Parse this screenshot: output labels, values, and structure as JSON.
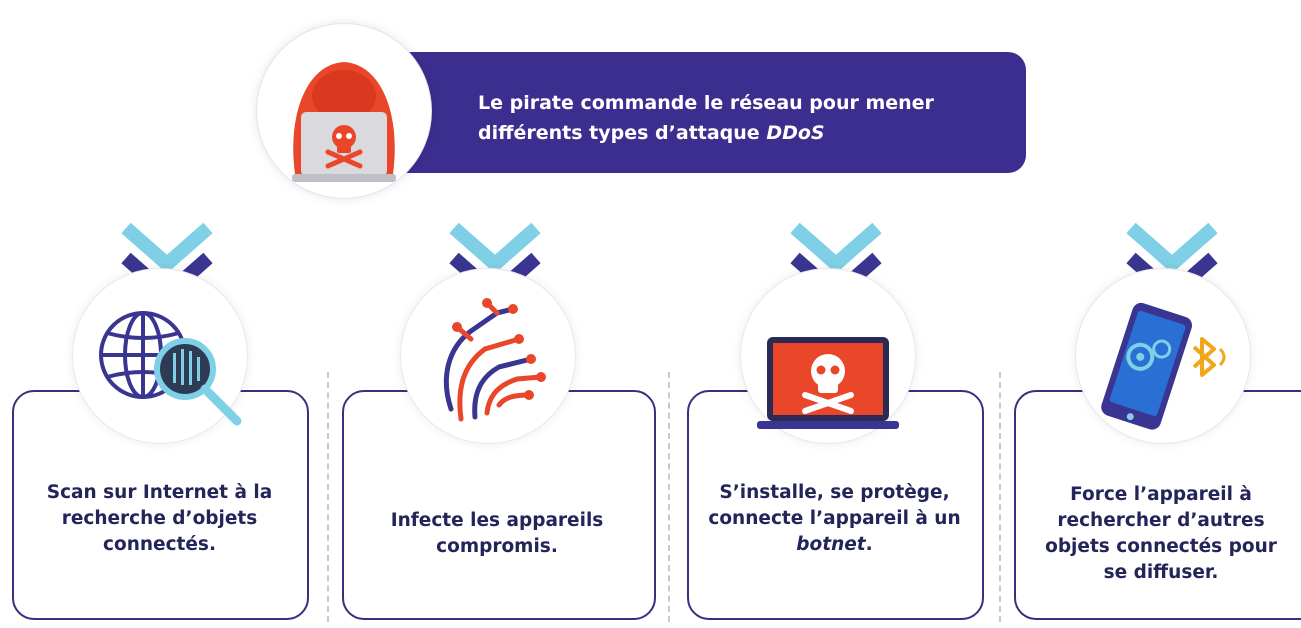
{
  "banner": {
    "line1": "Le pirate commande le réseau pour mener",
    "line2_prefix": "différents types d’attaque ",
    "line2_em": "DDoS"
  },
  "steps": [
    {
      "line1": "Scan sur Internet à la",
      "line2": "recherche d’objets",
      "line3": "connectés.",
      "icon": "globe-magnifier-icon"
    },
    {
      "line1": "Infecte les appareils",
      "line2": "compromis.",
      "icon": "circuit-horse-icon"
    },
    {
      "line1": "S’installe, se protège,",
      "line2": "connecte l’appareil à un",
      "line3_em": "botnet",
      "line3_suffix": ".",
      "icon": "laptop-skull-icon"
    },
    {
      "line1": "Force l’appareil à",
      "line2": "rechercher d’autres",
      "line3": "objets connectés pour",
      "line4": "se diffuser.",
      "icon": "phone-bluetooth-icon"
    }
  ],
  "colors": {
    "navy": "#3b2e8f",
    "dark_chevron": "#3a3590",
    "light_chevron": "#7fd0e6",
    "red": "#e9462a",
    "blue": "#2a6fd3"
  }
}
